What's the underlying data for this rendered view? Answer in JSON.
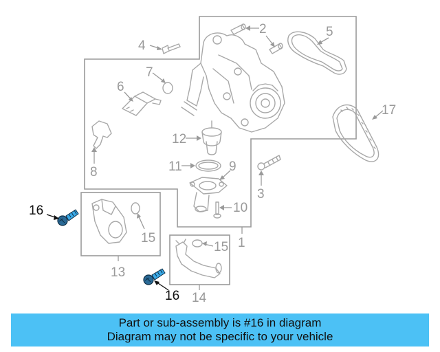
{
  "callouts": {
    "c1": "1",
    "c2": "2",
    "c3": "3",
    "c4": "4",
    "c5": "5",
    "c6": "6",
    "c7": "7",
    "c8": "8",
    "c9": "9",
    "c10": "10",
    "c11": "11",
    "c12": "12",
    "c13": "13",
    "c14": "14",
    "c15a": "15",
    "c15b": "15",
    "c16a": "16",
    "c16b": "16",
    "c17": "17"
  },
  "highlighted_part": "16",
  "colors": {
    "banner": "#4cc1f5",
    "highlight": "#3aa9e6",
    "line_art": "#a8a8a8"
  },
  "banner": {
    "line1": "Part or sub-assembly is #16 in diagram",
    "line2": "Diagram may not be specific to your vehicle"
  }
}
